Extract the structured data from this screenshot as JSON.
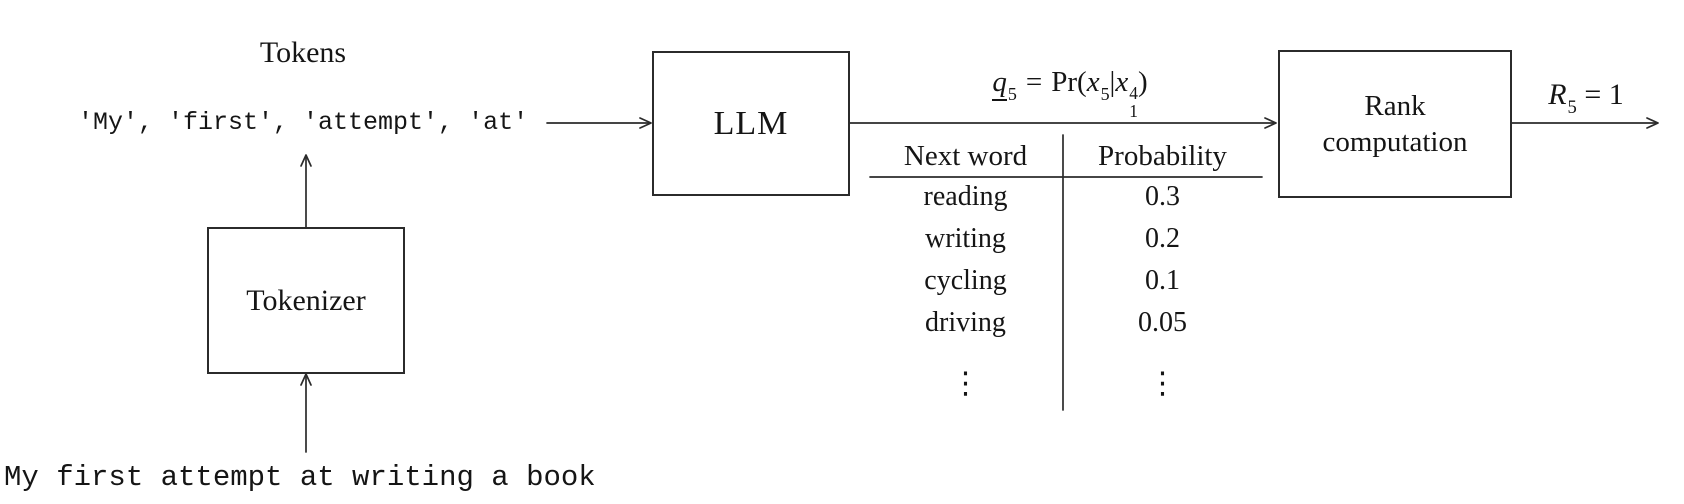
{
  "diagram": {
    "tokens_label": "Tokens",
    "tokens_line": "'My', 'first', 'attempt', 'at'",
    "input_sentence": "My first attempt at writing a book",
    "llm_box_label": "LLM",
    "tokenizer_box_label": "Tokenizer",
    "rank_box_line1": "Rank",
    "rank_box_line2": "computation",
    "colors": {
      "ink": "#151515",
      "box_border": "#2b2b2b",
      "background": "#ffffff"
    }
  },
  "formula_q": {
    "vec": "q",
    "vec_sub": "5",
    "equals": "=",
    "pr_open": "Pr(",
    "x5": "x",
    "x5_sub": "5",
    "bar": "|",
    "x1": "x",
    "x1_sup": "4",
    "x1_sub": "1",
    "close": ")"
  },
  "formula_r": {
    "var": "R",
    "sub": "5",
    "rest": "= 1"
  },
  "prob_table": {
    "headers": [
      "Next word",
      "Probability"
    ],
    "rows": [
      {
        "word": "reading",
        "prob": "0.3"
      },
      {
        "word": "writing",
        "prob": "0.2"
      },
      {
        "word": "cycling",
        "prob": "0.1"
      },
      {
        "word": "driving",
        "prob": "0.05"
      },
      {
        "word": "⋮",
        "prob": "⋮"
      }
    ]
  }
}
